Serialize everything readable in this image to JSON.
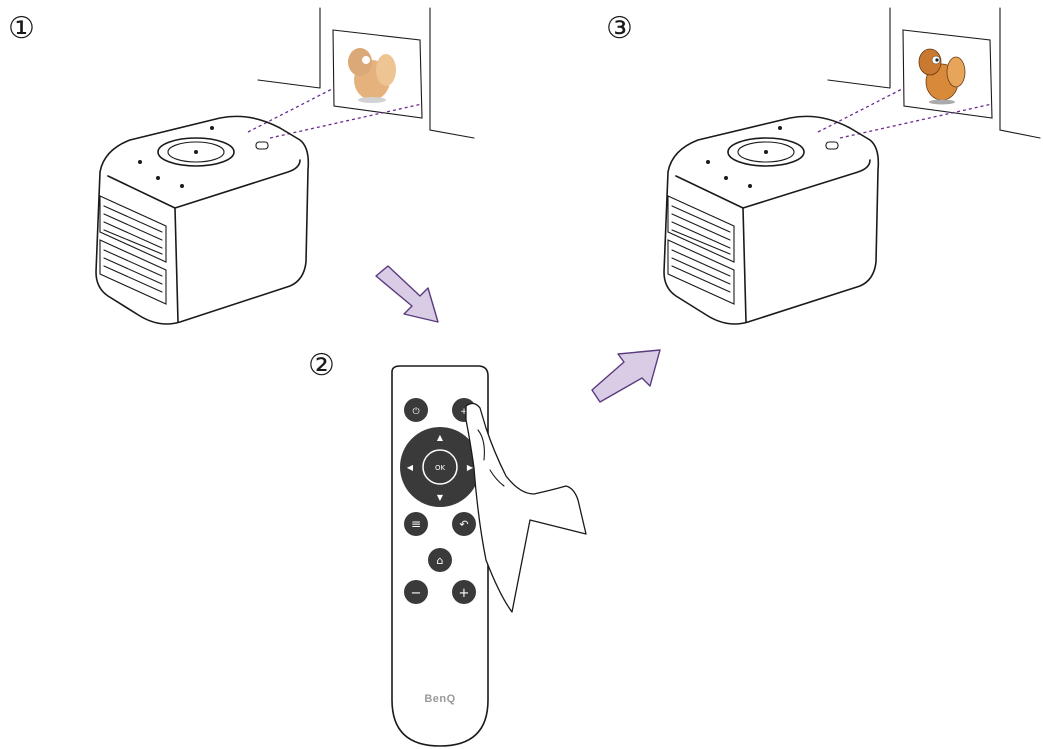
{
  "steps": {
    "one": "①",
    "two": "②",
    "three": "③"
  },
  "remote": {
    "ok_label": "OK",
    "brand": "BenQ",
    "power_glyph": "⏻",
    "menu_glyph": "≡",
    "back_glyph": "↶",
    "home_glyph": "⌂",
    "minus_glyph": "−",
    "plus_glyph": "+",
    "focus_glyph": "+",
    "up_glyph": "▲",
    "down_glyph": "▼",
    "left_glyph": "◀",
    "right_glyph": "▶"
  },
  "colors": {
    "beam": "#6a2c91",
    "arrow_fill": "#d9cde6",
    "arrow_stroke": "#5b3a7e",
    "button": "#3a3a3a",
    "brand": "#9a9a9a"
  },
  "icons": [
    "power-icon",
    "focus-icon",
    "ok-icon",
    "menu-icon",
    "back-icon",
    "home-icon",
    "volume-down-icon",
    "volume-up-icon",
    "hand-icon",
    "squirrel-image"
  ]
}
